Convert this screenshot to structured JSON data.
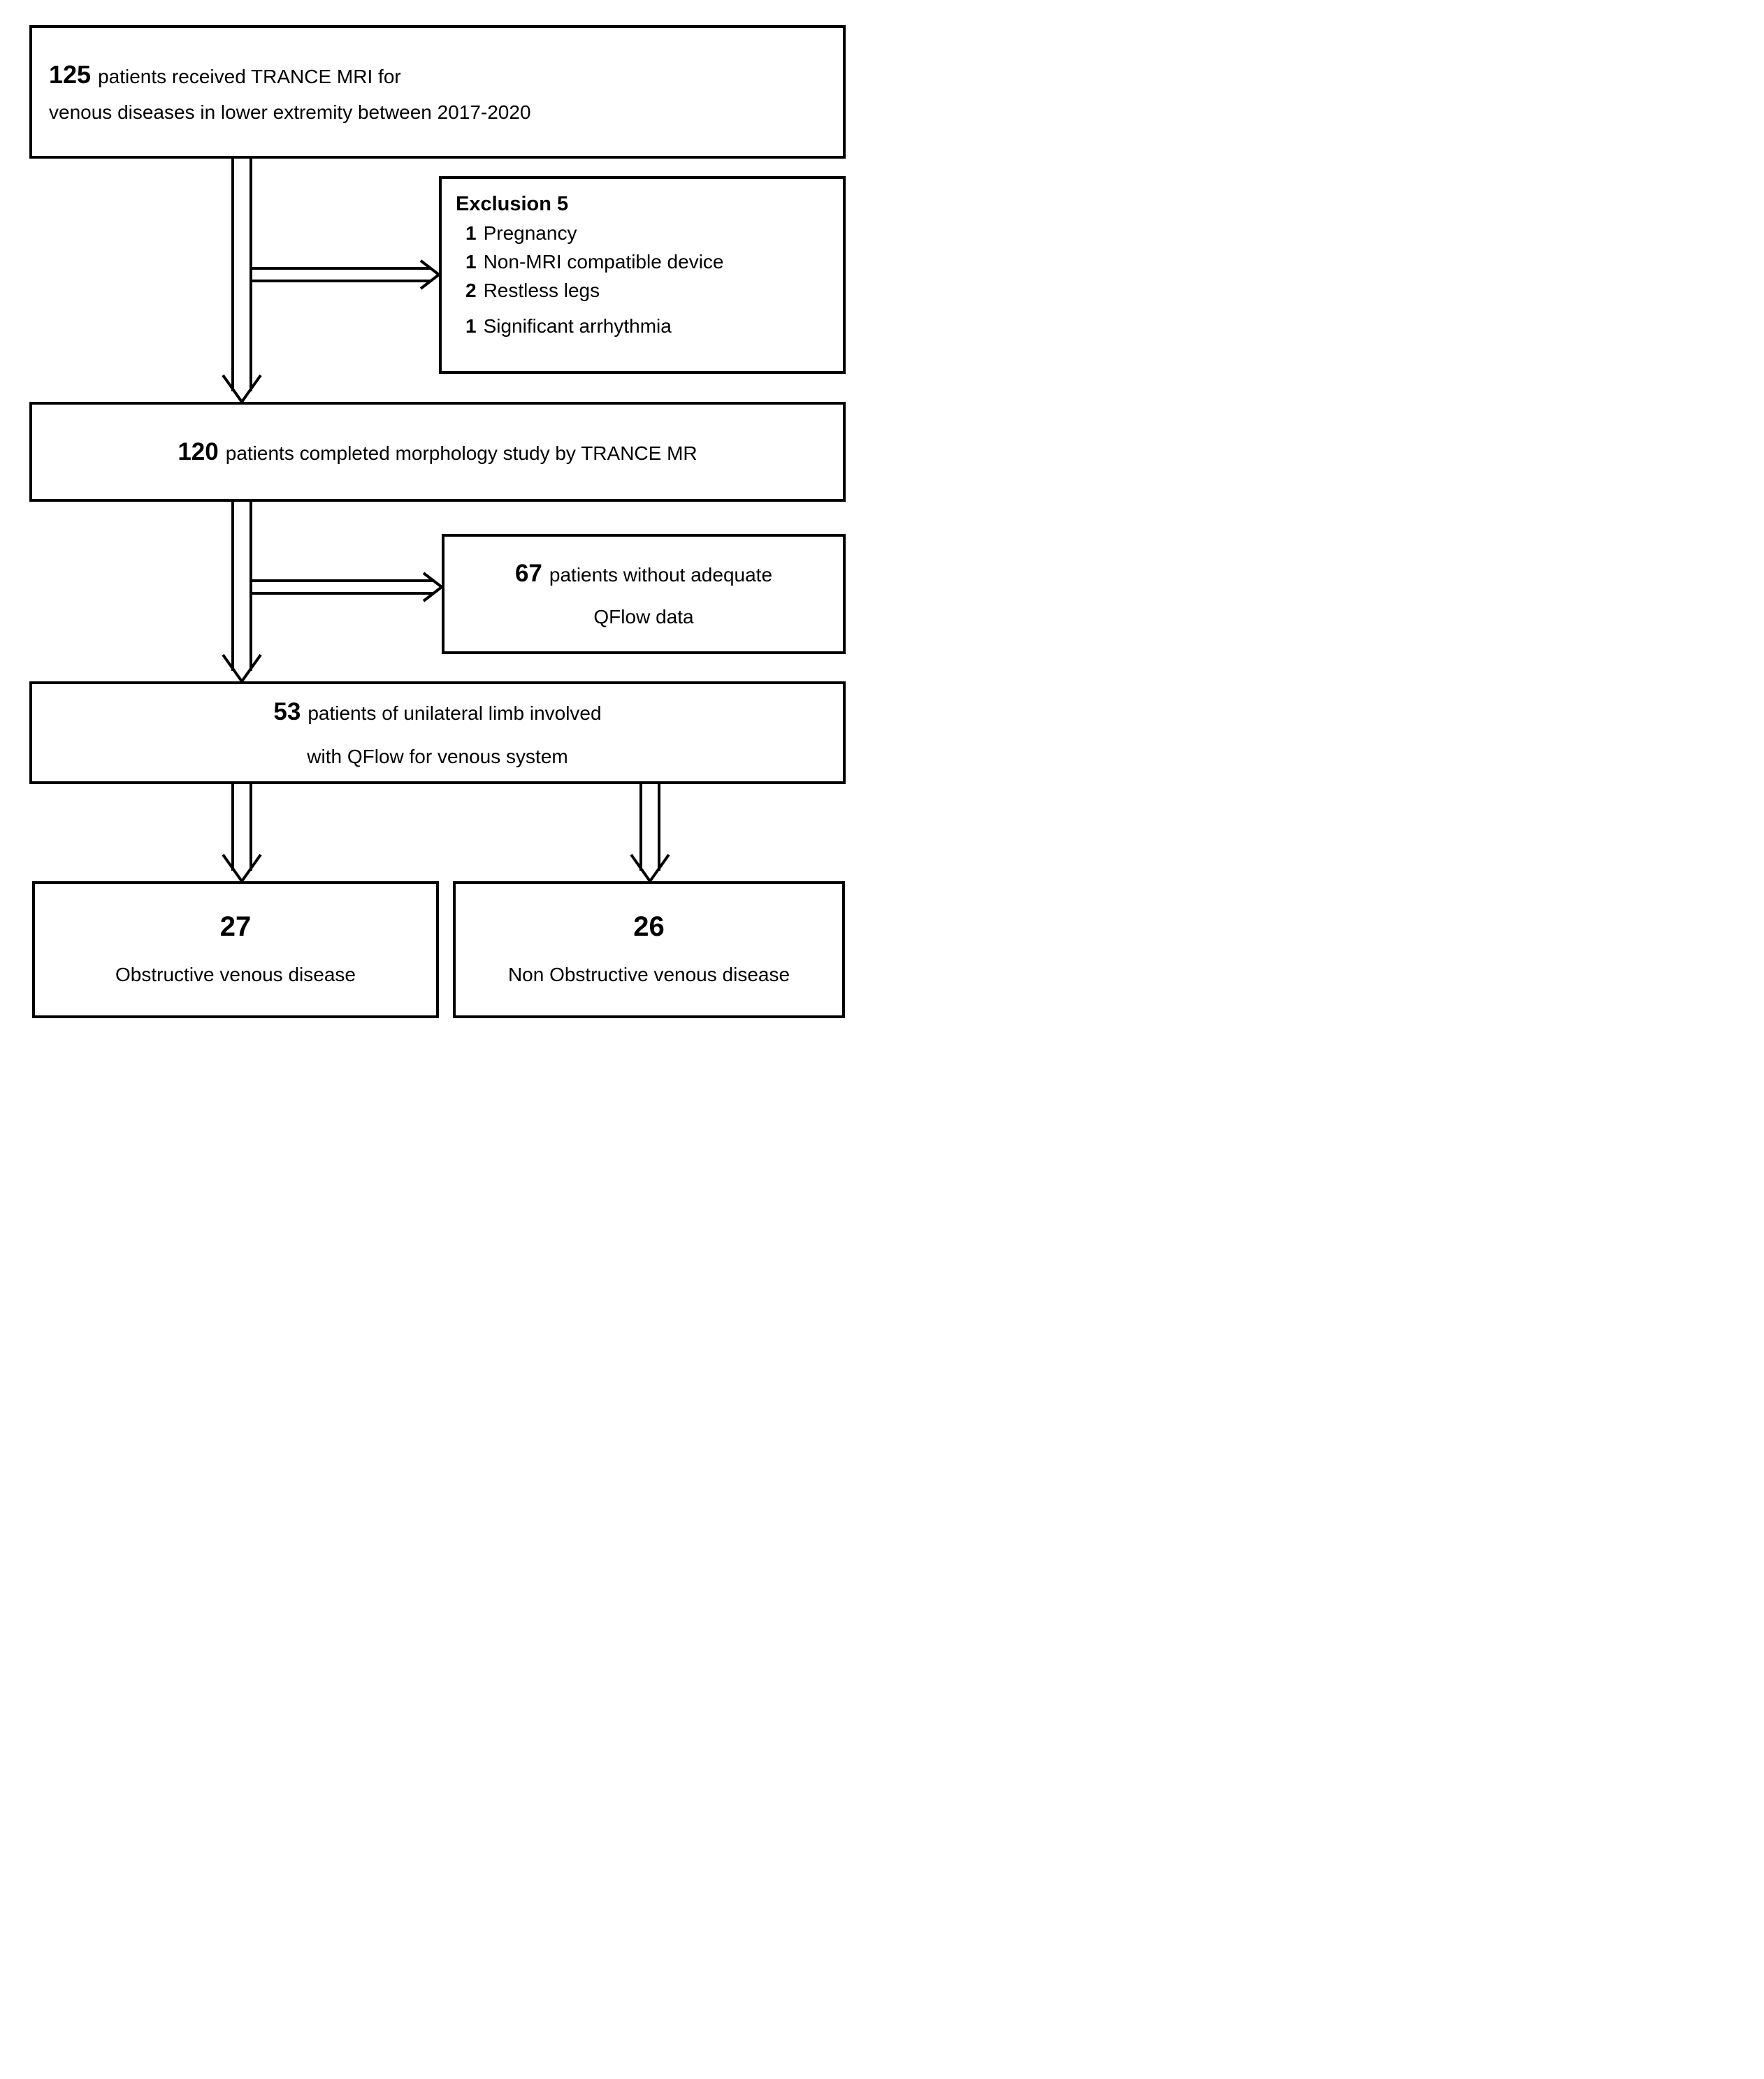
{
  "figure": {
    "type": "patient-flow-diagram",
    "colors": {
      "line": "#000000",
      "background": "#ffffff",
      "text": "#000000"
    },
    "boxes": {
      "cohort": {
        "number": "125",
        "line1": "patients received TRANCE MRI for",
        "line2": "venous diseases in lower extremity between 2017-2020"
      },
      "exclusion": {
        "title": "Exclusion 5",
        "items": [
          {
            "count": "1",
            "reason": "Pregnancy"
          },
          {
            "count": "1",
            "reason": "Non-MRI compatible device"
          },
          {
            "count": "2",
            "reason": "Restless legs"
          },
          {
            "count": "1",
            "reason": "Significant arrhythmia"
          }
        ]
      },
      "morphology": {
        "number": "120",
        "text": "patients completed morphology study by TRANCE MR"
      },
      "no_qflow": {
        "number": "67",
        "line1": "patients without adequate",
        "line2": "QFlow data"
      },
      "unilateral": {
        "number": "53",
        "line1": "patients of unilateral limb involved",
        "line2": "with QFlow for venous system"
      },
      "obstructive": {
        "number": "27",
        "label": "Obstructive venous disease"
      },
      "non_obstructive": {
        "number": "26",
        "label": "Non Obstructive venous disease"
      }
    }
  }
}
